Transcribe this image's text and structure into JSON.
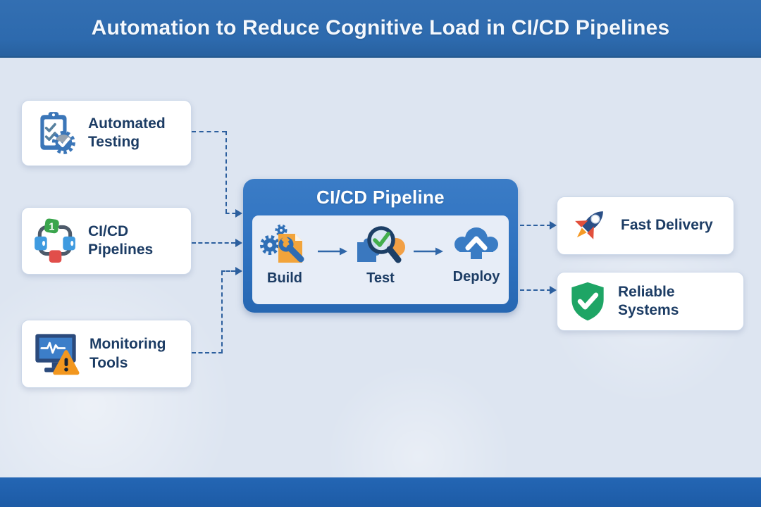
{
  "header": {
    "title": "Automation to Reduce Cognitive Load in CI/CD Pipelines"
  },
  "inputs": [
    {
      "id": "automated-testing",
      "label": "Automated Testing",
      "icon": "clipboard-check-gear-icon"
    },
    {
      "id": "cicd-pipelines",
      "label": "CI/CD Pipelines",
      "icon": "pipeline-loop-icon",
      "badge": "1"
    },
    {
      "id": "monitoring-tools",
      "label": "Monitoring Tools",
      "icon": "monitor-alert-icon"
    }
  ],
  "pipeline": {
    "title": "CI/CD Pipeline",
    "stages": [
      {
        "label": "Build",
        "icon": "gears-wrench-icon"
      },
      {
        "label": "Test",
        "icon": "magnifier-check-icon"
      },
      {
        "label": "Deploy",
        "icon": "cloud-upload-icon"
      }
    ]
  },
  "outcomes": [
    {
      "id": "fast-delivery",
      "label": "Fast Delivery",
      "icon": "rocket-icon"
    },
    {
      "id": "reliable-systems",
      "label": "Reliable Systems",
      "icon": "shield-check-icon"
    }
  ],
  "colors": {
    "header_bg": "#2d6aae",
    "footer_bg": "#1d5ba6",
    "canvas_bg": "#dde5f1",
    "card_text": "#1c3c64",
    "pipeline_box_bg": "#2e72c0",
    "pipeline_inner_bg": "#e7edf7",
    "connector": "#2c5f9e",
    "success_green": "#1ea565",
    "warning_orange": "#f2971f",
    "accent_red": "#e14e4a"
  }
}
